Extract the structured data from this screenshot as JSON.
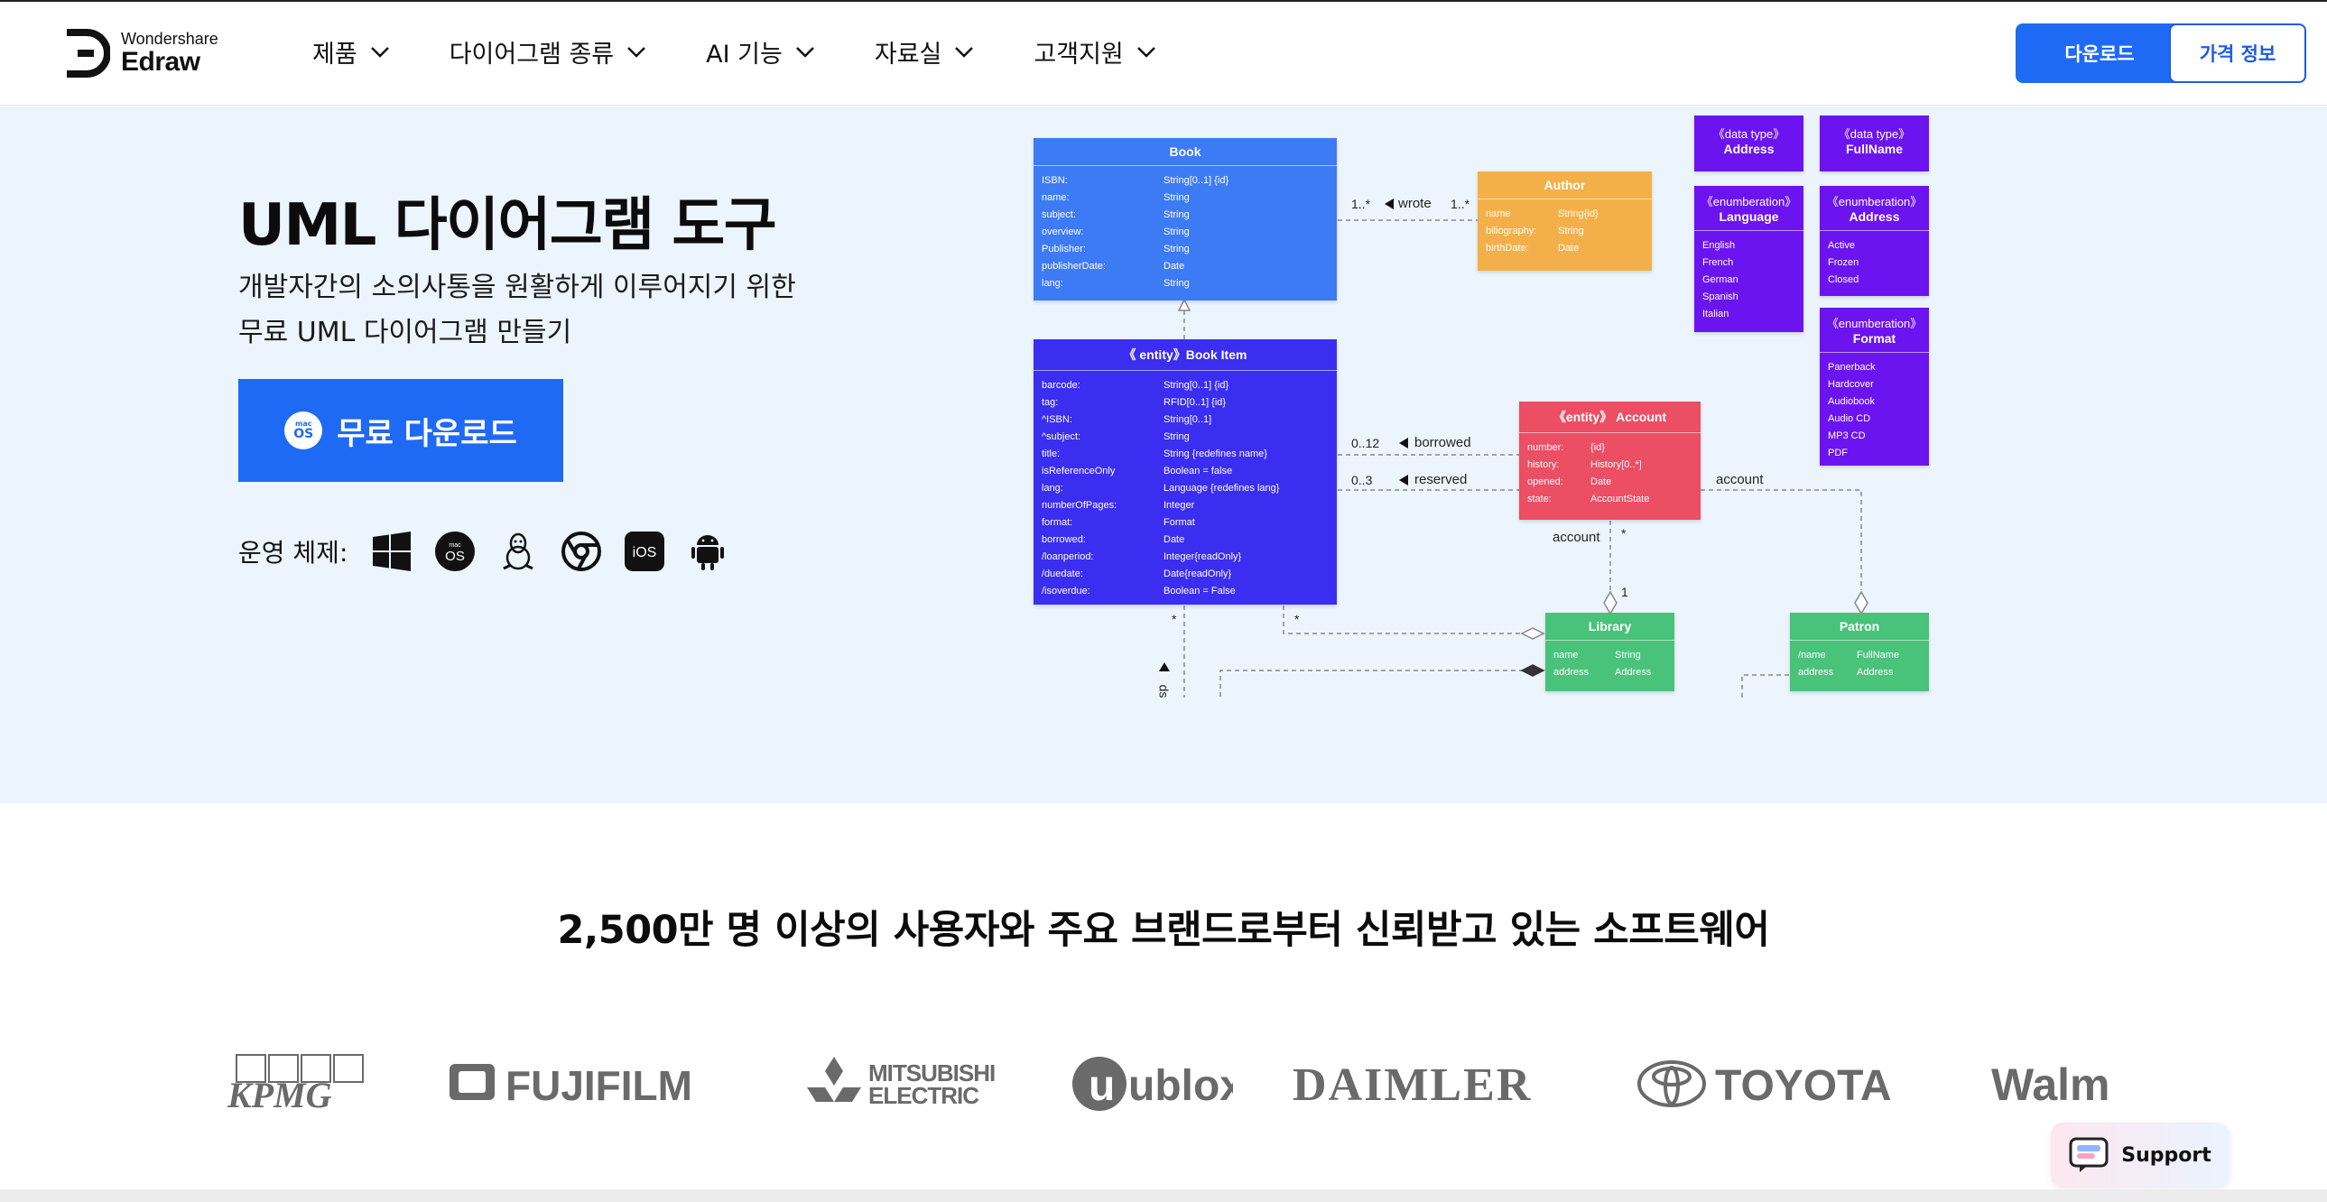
{
  "header": {
    "logo_small": "Wondershare",
    "logo_big": "Edraw",
    "nav": [
      {
        "label": "제품"
      },
      {
        "label": "다이어그램 종류"
      },
      {
        "label": "AI 기능"
      },
      {
        "label": "자료실"
      },
      {
        "label": "고객지원"
      }
    ],
    "download_label": "다운로드",
    "price_label": "가격 정보"
  },
  "hero": {
    "title": "UML 다이어그램 도구",
    "subtitle_line1": "개발자간의 소의사통을 원활하게 이루어지기 위한",
    "subtitle_line2": "무료 UML 다이어그램 만들기",
    "cta_label": "무료 다운로드",
    "cta_icon_top": "mac",
    "cta_icon_bottom": "OS",
    "os_label": "운영 체제:",
    "os_icons": [
      "windows-icon",
      "macos-icon",
      "linux-icon",
      "chrome-icon",
      "ios-icon",
      "android-icon"
    ],
    "macos_text_small": "mac",
    "macos_text": "OS",
    "ios_text": "iOS"
  },
  "uml": {
    "book": {
      "title": "Book",
      "attrs": [
        [
          "ISBN:",
          "String[0..1] {id}"
        ],
        [
          "name:",
          "String"
        ],
        [
          "subject:",
          "String"
        ],
        [
          "overview:",
          "String"
        ],
        [
          "Publisher:",
          "String"
        ],
        [
          "publisherDate:",
          "Date"
        ],
        [
          "lang:",
          "String"
        ]
      ]
    },
    "author": {
      "title": "Author",
      "attrs": [
        [
          "name",
          "String{id}"
        ],
        [
          "biliography:",
          "String"
        ],
        [
          "birthDate:",
          "Date"
        ]
      ]
    },
    "book_item": {
      "title": "《 entity》Book Item",
      "attrs": [
        [
          "barcode:",
          "String[0..1] {id}"
        ],
        [
          "tag:",
          "RFID[0..1] {id}"
        ],
        [
          "^ISBN:",
          "String[0..1]"
        ],
        [
          "^subject:",
          "String"
        ],
        [
          "title:",
          "String {redefines name}"
        ],
        [
          "isReferenceOnly",
          "Boolean = false"
        ],
        [
          "lang:",
          "Language {redefines lang}"
        ],
        [
          "numberOfPages:",
          "Integer"
        ],
        [
          "format:",
          "Format"
        ],
        [
          "borrowed:",
          "Date"
        ],
        [
          "/loanperiod:",
          "Integer{readOnly}"
        ],
        [
          "/duedate:",
          "Date{readOnly}"
        ],
        [
          "/isoverdue:",
          "Boolean = False"
        ]
      ]
    },
    "account": {
      "title": "《entity》 Account",
      "attrs": [
        [
          "number:",
          "{id}"
        ],
        [
          "history:",
          "History[0..*]"
        ],
        [
          "opened:",
          "Date"
        ],
        [
          "state:",
          "AccountState"
        ]
      ]
    },
    "library": {
      "title": "Library",
      "attrs": [
        [
          "name",
          "String"
        ],
        [
          "address",
          "Address"
        ]
      ]
    },
    "patron": {
      "title": "Patron",
      "attrs": [
        [
          "/name",
          "FullName"
        ],
        [
          "address",
          "Address"
        ]
      ]
    },
    "dt_address": {
      "stereotype": "《data type》",
      "title": "Address"
    },
    "dt_fullname": {
      "stereotype": "《data type》",
      "title": "FullName"
    },
    "en_language": {
      "stereotype": "《enumberation》",
      "title": "Language",
      "items": [
        "English",
        "French",
        "German",
        "Spanish",
        "Italian"
      ]
    },
    "en_address": {
      "stereotype": "《enumberation》",
      "title": "Address",
      "items": [
        "Active",
        "Frozen",
        "Closed"
      ]
    },
    "en_format": {
      "stereotype": "《enumberation》",
      "title": "Format",
      "items": [
        "Panerback",
        "Hardcover",
        "Audiobook",
        "Audio CD",
        "MP3 CD",
        "PDF"
      ]
    },
    "labels": {
      "wrote": "wrote",
      "mult_1": "1..*",
      "mult_2": "1..*",
      "borrowed": "borrowed",
      "reserved": "reserved",
      "mult_012": "0..12",
      "mult_03": "0..3",
      "account_a": "account",
      "account_b": "account",
      "star_a": "*",
      "star_b": "*",
      "star_c": "*",
      "one": "1",
      "rotated": "ds"
    }
  },
  "trust": {
    "title": "2,500만 명 이상의 사용자와 주요 브랜드로부터 신뢰받고 있는 소프트웨어",
    "brands": [
      "KPMG",
      "FUJIFILM",
      "MITSUBISHI",
      "ELECTRIC",
      "ublox",
      "DAIMLER",
      "TOYOTA",
      "Walm"
    ]
  },
  "support": {
    "label": "Support"
  }
}
